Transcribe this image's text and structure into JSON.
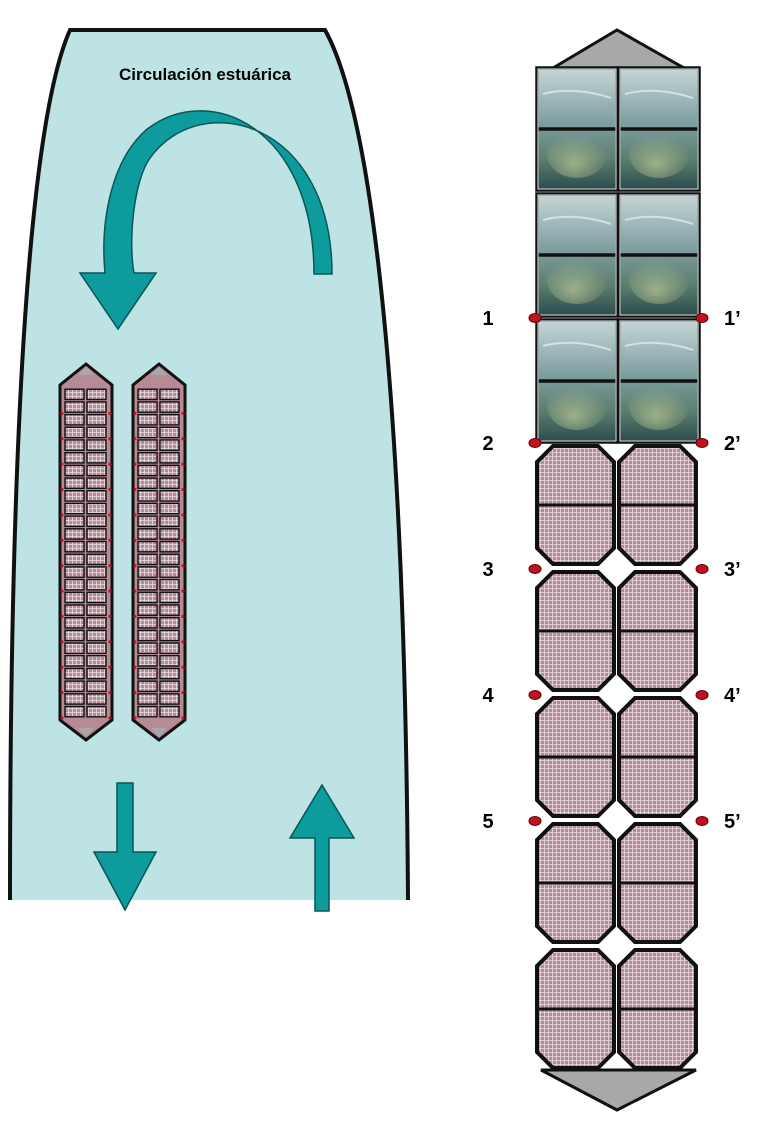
{
  "estuary": {
    "title": "Circulación estuárica",
    "water_color": "#bde3e5",
    "arrow_color": "#0e9b9e"
  },
  "raft": {
    "colors": {
      "pink": "#b78a96",
      "grid": "#e9dce1",
      "triangle": "#a8a8a8",
      "marker": "#c0121e"
    },
    "modules_top_to_bottom": [
      "photo",
      "photo",
      "photo",
      "pink",
      "pink",
      "pink",
      "pink",
      "pink"
    ],
    "markers": [
      {
        "left": "1",
        "right": "1’"
      },
      {
        "left": "2",
        "right": "2’"
      },
      {
        "left": "3",
        "right": "3’"
      },
      {
        "left": "4",
        "right": "4’"
      },
      {
        "left": "5",
        "right": "5’"
      }
    ]
  }
}
